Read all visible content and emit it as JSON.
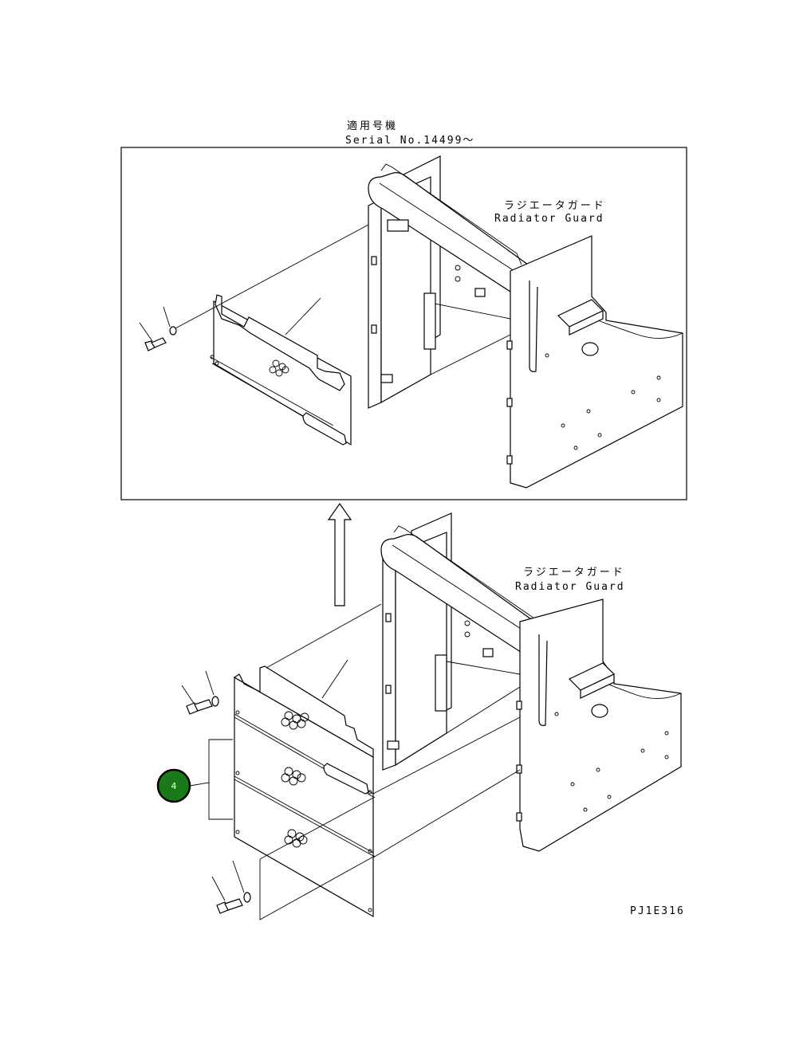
{
  "header": {
    "applicable_jp": "適用号機",
    "serial": "Serial No.14499～"
  },
  "upper_view": {
    "label_jp": "ラジエータガード",
    "label_en": "Radiator Guard"
  },
  "lower_view": {
    "label_jp": "ラジエータガード",
    "label_en": "Radiator Guard"
  },
  "callout": {
    "number": "4",
    "color": "#1a7a1a"
  },
  "drawing_code": "PJ1E316"
}
